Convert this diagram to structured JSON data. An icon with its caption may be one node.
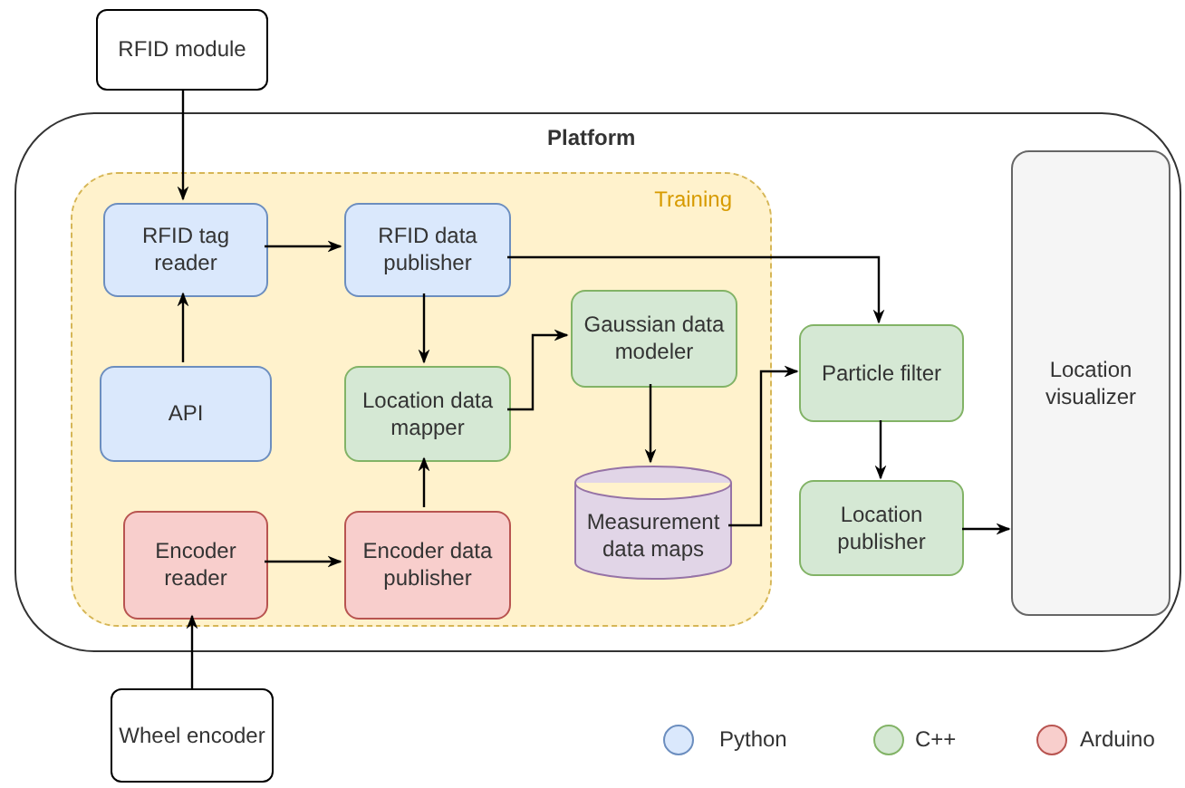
{
  "diagram": {
    "nodes": [
      {
        "text": [
          "RFID module"
        ]
      },
      {
        "text": [
          "Platform"
        ]
      },
      {
        "text": [
          "Training"
        ],
        "in": 1
      },
      {
        "text": [
          "RFID tag reader"
        ],
        "in": 2
      },
      {
        "text": [
          "RFID data publisher"
        ],
        "in": 2
      },
      {
        "text": [
          "Gaussian data modeler"
        ],
        "in": 2
      },
      {
        "text": [
          "API"
        ],
        "in": 2
      },
      {
        "text": [
          "Location data mapper"
        ],
        "in": 2
      },
      {
        "text": [
          "Measurement data maps"
        ],
        "in": 2
      },
      {
        "text": [
          "Encoder reader"
        ],
        "in": 2
      },
      {
        "text": [
          "Encoder data publisher"
        ],
        "in": 2
      },
      {
        "text": [
          "Particle filter"
        ],
        "in": 1
      },
      {
        "text": [
          "Location publisher"
        ],
        "in": 1
      },
      {
        "text": [
          "Location visualizer"
        ],
        "in": 1
      },
      {
        "text": [
          "Wheel encoder"
        ]
      }
    ],
    "edges": [
      {
        "from": 0,
        "to": 3,
        "arrow": "to"
      },
      {
        "from": 6,
        "to": 3,
        "arrow": "to"
      },
      {
        "from": 3,
        "to": 4,
        "arrow": "to"
      },
      {
        "from": 4,
        "to": 7,
        "arrow": "to"
      },
      {
        "from": 4,
        "to": 11,
        "arrow": "to"
      },
      {
        "from": 7,
        "to": 5,
        "arrow": "to"
      },
      {
        "from": 5,
        "to": 8,
        "arrow": "to"
      },
      {
        "from": 8,
        "to": 11,
        "arrow": "to"
      },
      {
        "from": 9,
        "to": 10,
        "arrow": "to"
      },
      {
        "from": 10,
        "to": 7,
        "arrow": "to"
      },
      {
        "from": 14,
        "to": 9,
        "arrow": "to"
      },
      {
        "from": 11,
        "to": 12,
        "arrow": "to"
      },
      {
        "from": 12,
        "to": 13,
        "arrow": "to"
      }
    ],
    "legend": [
      {
        "text": "Python",
        "color": "#dae8fc"
      },
      {
        "text": "C++",
        "color": "#d5e8d4"
      },
      {
        "text": "Arduino",
        "color": "#f8cecc"
      }
    ]
  }
}
